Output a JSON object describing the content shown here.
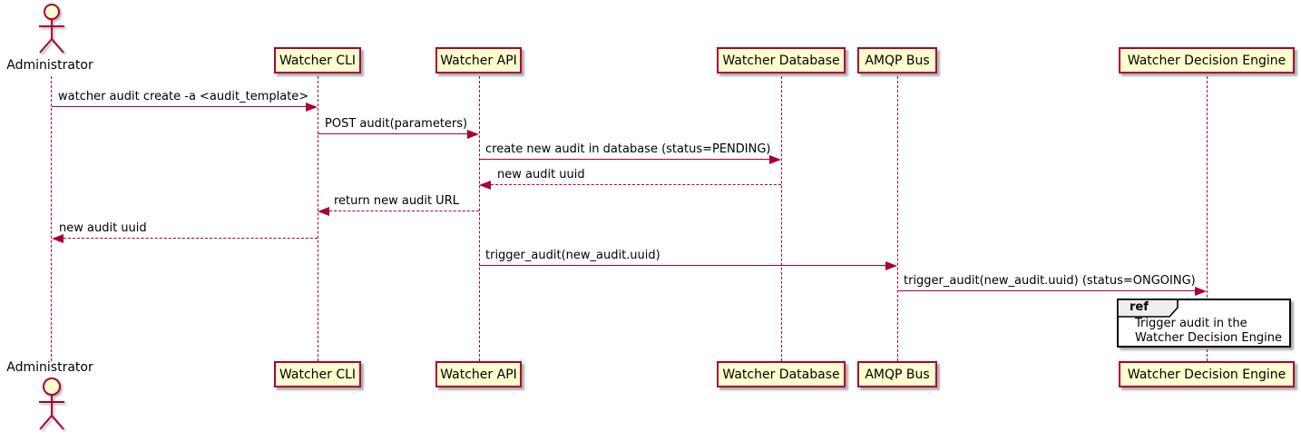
{
  "diagram": {
    "type": "sequence-diagram",
    "tool_style": "plantuml",
    "colors": {
      "participant_fill": "#FEFECE",
      "participant_border": "#A80036",
      "message_line": "#A80036",
      "lifeline": "#A80036",
      "text": "#000000",
      "ref_border": "#000000",
      "ref_tab_fill": "#EEEEEE",
      "background": "#FFFFFF"
    },
    "actor": {
      "name": "Administrator"
    },
    "participants": [
      {
        "name": "Watcher CLI"
      },
      {
        "name": "Watcher API"
      },
      {
        "name": "Watcher Database"
      },
      {
        "name": "AMQP Bus"
      },
      {
        "name": "Watcher Decision Engine"
      }
    ],
    "messages": [
      {
        "from": "Administrator",
        "to": "Watcher CLI",
        "style": "solid",
        "label": "watcher audit create -a <audit_template>"
      },
      {
        "from": "Watcher CLI",
        "to": "Watcher API",
        "style": "solid",
        "label": "POST audit(parameters)"
      },
      {
        "from": "Watcher API",
        "to": "Watcher Database",
        "style": "solid",
        "label": "create new audit in database (status=PENDING)"
      },
      {
        "from": "Watcher Database",
        "to": "Watcher API",
        "style": "dashed",
        "label": "new audit uuid"
      },
      {
        "from": "Watcher API",
        "to": "Watcher CLI",
        "style": "dashed",
        "label": "return new audit URL"
      },
      {
        "from": "Watcher CLI",
        "to": "Administrator",
        "style": "dashed",
        "label": "new audit uuid"
      },
      {
        "from": "Watcher API",
        "to": "AMQP Bus",
        "style": "solid",
        "label": "trigger_audit(new_audit.uuid)"
      },
      {
        "from": "AMQP Bus",
        "to": "Watcher Decision Engine",
        "style": "solid",
        "label": "trigger_audit(new_audit.uuid) (status=ONGOING)"
      }
    ],
    "ref": {
      "keyword": "ref",
      "over": "Watcher Decision Engine",
      "lines": [
        "Trigger audit in the",
        "Watcher Decision Engine"
      ]
    }
  }
}
